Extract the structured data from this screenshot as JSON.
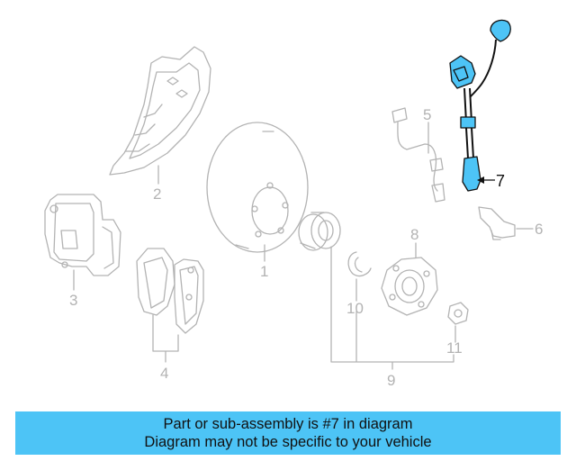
{
  "callouts": {
    "c1": "1",
    "c2": "2",
    "c3": "3",
    "c4": "4",
    "c5": "5",
    "c6": "6",
    "c7": "7",
    "c8": "8",
    "c9": "9",
    "c10": "10",
    "c11": "11"
  },
  "banner": {
    "line1": "Part or sub-assembly is #7 in diagram",
    "line2": "Diagram may not be specific to your vehicle"
  },
  "colors": {
    "highlight_part": "#4dc4f6",
    "banner_background": "#4dc4f6",
    "muted_lines": "#b3b3b3"
  }
}
